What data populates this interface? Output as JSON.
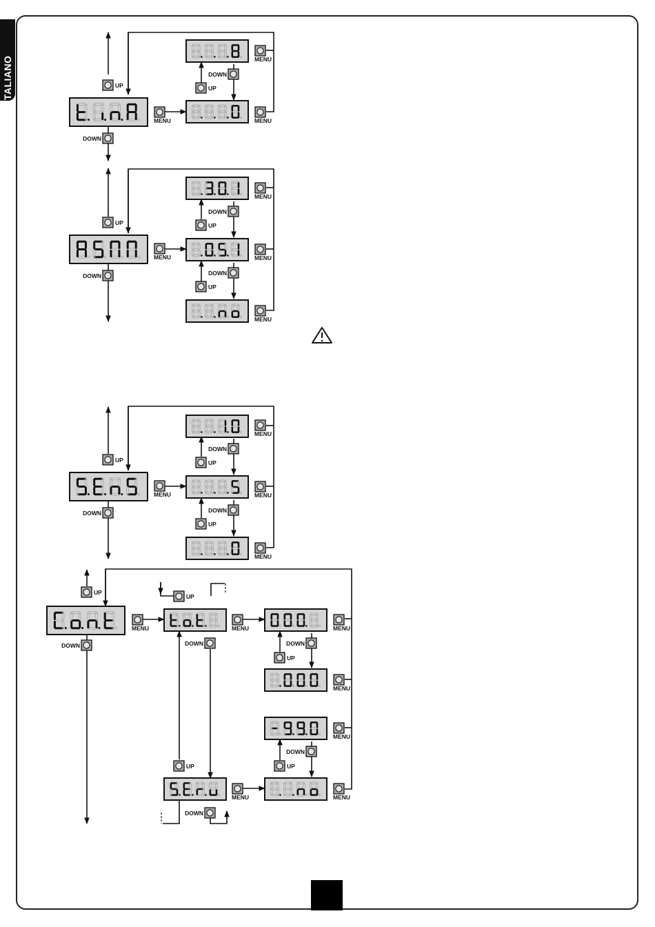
{
  "side_tab": {
    "label": "ITALIANO"
  },
  "labels": {
    "up": "UP",
    "down": "DOWN",
    "menu": "MENU"
  },
  "colors": {
    "display_bg": "#d4d4d4",
    "segment_on": "#111111",
    "segment_off": "#a8a8a8",
    "button_bg": "#a9a9a9"
  },
  "warning_icon": "warning-triangle-icon",
  "diagram": {
    "groups": [
      {
        "name": "t.inA",
        "main": "t.inA",
        "values": [
          "8",
          "0"
        ]
      },
      {
        "name": "ASM",
        "main": "ASM",
        "values": [
          "3.0 s",
          "0.5 s",
          "no"
        ]
      },
      {
        "name": "SEnS",
        "main": "SEnS",
        "values": [
          "10",
          "5",
          "0"
        ]
      },
      {
        "name": "Cont",
        "main": "Cont",
        "sub_menus": [
          "tot.",
          "SErv"
        ],
        "tot_values": [
          "000.",
          ".000"
        ],
        "serv_values": [
          "-99.0",
          "no"
        ]
      }
    ]
  }
}
